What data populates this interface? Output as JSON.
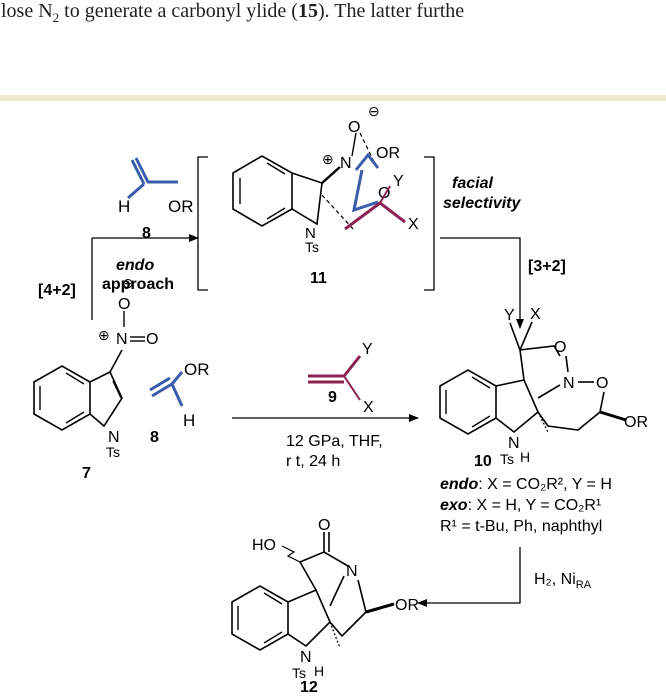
{
  "body_text": {
    "line1": "lose N",
    "line1_sub": "2",
    "line1_mid": " to generate a carbonyl ylide (",
    "line1_bold": "15",
    "line1_end": "). The latter furthe"
  },
  "scheme": {
    "top_reagent": {
      "compound": "8",
      "H": "H",
      "OR": "OR"
    },
    "path_label": "[4+2]",
    "endo_label_1": "endo",
    "endo_label_2": "approach",
    "intermediate": {
      "compound": "11",
      "OR": "OR",
      "O": "O",
      "N": "N",
      "Ts": "Ts",
      "Y": "Y",
      "X": "X",
      "anion": "⊖",
      "cation": "⊕"
    },
    "facial_1": "facial",
    "facial_2": "selectivity",
    "cyclo_label": "[3+2]",
    "start": {
      "compound": "7",
      "N": "N",
      "O": "O",
      "Ts": "Ts",
      "anion": "⊖",
      "cation": "⊕"
    },
    "start_reagent": {
      "compound": "8",
      "OR": "OR",
      "H": "H"
    },
    "dipolarophile": {
      "compound": "9",
      "Y": "Y",
      "X": "X"
    },
    "conditions_1": "12 GPa, THF,",
    "conditions_2": "r t, 24 h",
    "product10": {
      "compound": "10",
      "Y": "Y",
      "X": "X",
      "O1": "O",
      "N": "N",
      "O2": "O",
      "OR": "OR",
      "Ts": "Ts",
      "H": "H"
    },
    "endo_def_label": "endo",
    "endo_def": ": X = CO₂R², Y = H",
    "exo_def_label": "exo",
    "exo_def": ": X = H, Y = CO₂R¹",
    "r_def": "R¹ = t-Bu, Ph, naphthyl",
    "reduction": "H₂, Ni",
    "reduction_sub": "RA",
    "product12": {
      "compound": "12",
      "HO": "HO",
      "O": "O",
      "N": "N",
      "OR": "OR",
      "Ts": "Ts",
      "H": "H"
    }
  },
  "colors": {
    "blue": "#3a5cab",
    "maroon": "#8c2251",
    "rule": "#ede8c8"
  }
}
